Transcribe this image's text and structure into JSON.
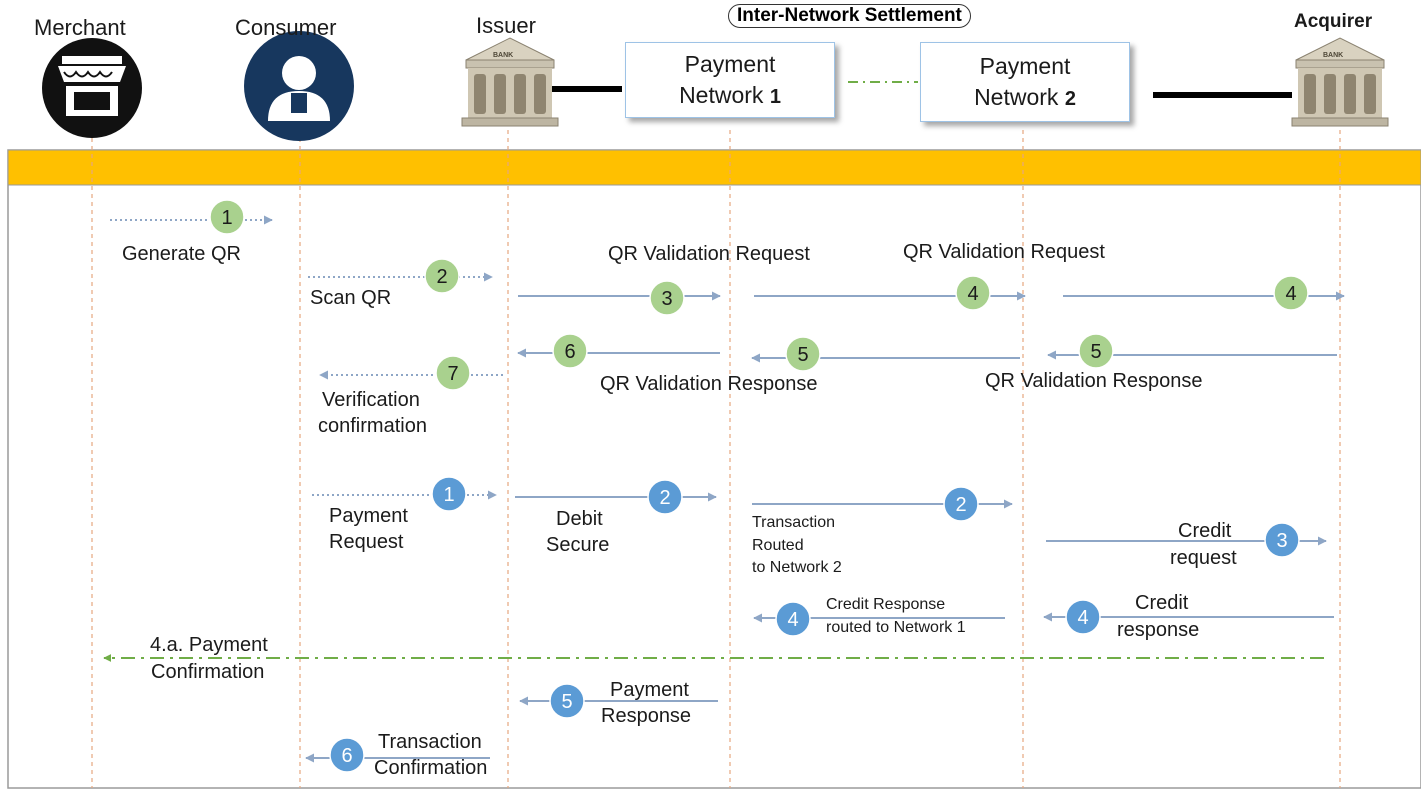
{
  "actors": {
    "merchant": "Merchant",
    "consumer": "Consumer",
    "issuer": "Issuer",
    "acquirer": "Acquirer"
  },
  "title": "Inter-Network Settlement",
  "networks": [
    {
      "name": "Payment",
      "sub": "Network",
      "num": "1"
    },
    {
      "name": "Payment",
      "sub": "Network",
      "num": "2"
    }
  ],
  "bank_label": "BANK",
  "colors": {
    "banner": "#ffc000",
    "green_step": "#a9d18e",
    "blue_step": "#5b9bd5",
    "arrow": "#8ea6c6",
    "dashdot": "#70ad47",
    "lifeline": "#e7a77f"
  },
  "qr_flow": {
    "generate_qr": "Generate QR",
    "scan_qr": "Scan QR",
    "validation_request": "QR  Validation Request",
    "validation_response": "QR  Validation Response",
    "verification_line1": "Verification",
    "verification_line2": "confirmation",
    "steps": [
      "1",
      "2",
      "3",
      "4",
      "4",
      "6",
      "5",
      "5",
      "7"
    ]
  },
  "payment_flow": {
    "payment_request_line1": "Payment",
    "payment_request_line2": "Request",
    "debit_line1": "Debit",
    "debit_line2": "Secure",
    "routed_line1": "Transaction",
    "routed_line2": "Routed",
    "routed_line3": "to Network 2",
    "credit_request_line1": "Credit",
    "credit_request_line2": "request",
    "credit_resp_routed_line1": "Credit Response",
    "credit_resp_routed_line2": "routed to Network 1",
    "credit_response_line1": "Credit",
    "credit_response_line2": "response",
    "payment_conf_line1": "4.a. Payment",
    "payment_conf_line2": "Confirmation",
    "payment_response_line1": "Payment",
    "payment_response_line2": "Response",
    "txn_conf_line1": "Transaction",
    "txn_conf_line2": "Confirmation",
    "steps": [
      "1",
      "2",
      "2",
      "3",
      "4",
      "4",
      "5",
      "6"
    ]
  }
}
